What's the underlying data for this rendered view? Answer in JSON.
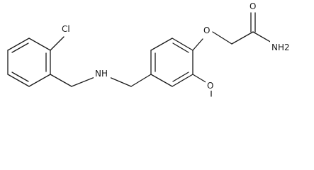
{
  "molecule": {
    "atoms": {
      "cl": "Cl",
      "nh": "NH",
      "ether_o": "O",
      "carbonyl_o": "O",
      "amide_n": "NH2",
      "methoxy_o": "O"
    }
  }
}
